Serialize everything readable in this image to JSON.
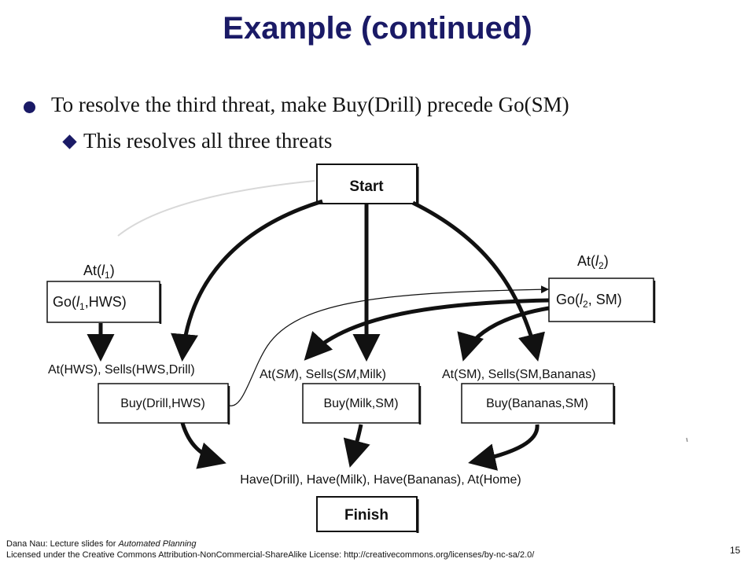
{
  "title": "Example (continued)",
  "bullets": {
    "main": "To resolve the third threat, make Buy(Drill) precede Go(SM)",
    "sub": "This resolves all three threats"
  },
  "nodes": {
    "start": "Start",
    "finish": "Finish",
    "go1": {
      "pre": "Go(",
      "var": "l",
      "sub": "1",
      "post": ",HWS)"
    },
    "go2": {
      "pre": "Go(",
      "var": "l",
      "sub": "2",
      "post": ", SM)"
    },
    "at1": {
      "pre": "At(",
      "var": "l",
      "sub": "1",
      "post": ")"
    },
    "at2": {
      "pre": "At(",
      "var": "l",
      "sub": "2",
      "post": ")"
    },
    "buy_drill": "Buy(Drill,HWS)",
    "buy_milk": "Buy(Milk,SM)",
    "buy_bananas": "Buy(Bananas,SM)"
  },
  "preconditions": {
    "drill": "At(HWS), Sells(HWS,Drill)",
    "milk": {
      "p1": "At(",
      "sm1": "SM",
      "p2": "), Sells(",
      "sm2": "SM",
      "p3": ",Milk)"
    },
    "bananas": "At(SM), Sells(SM,Bananas)"
  },
  "goal": "Have(Drill), Have(Milk), Have(Bananas), At(Home)",
  "footer": {
    "line1_prefix": "Dana Nau: Lecture slides for ",
    "line1_italic": "Automated Planning",
    "line2": "Licensed under the Creative Commons Attribution-NonCommercial-ShareAlike License: http://creativecommons.org/licenses/by-nc-sa/2.0/"
  },
  "page_number": "15",
  "colors": {
    "title": "#1a1a66",
    "bullet": "#1a1a66",
    "arrow": "#111111"
  }
}
